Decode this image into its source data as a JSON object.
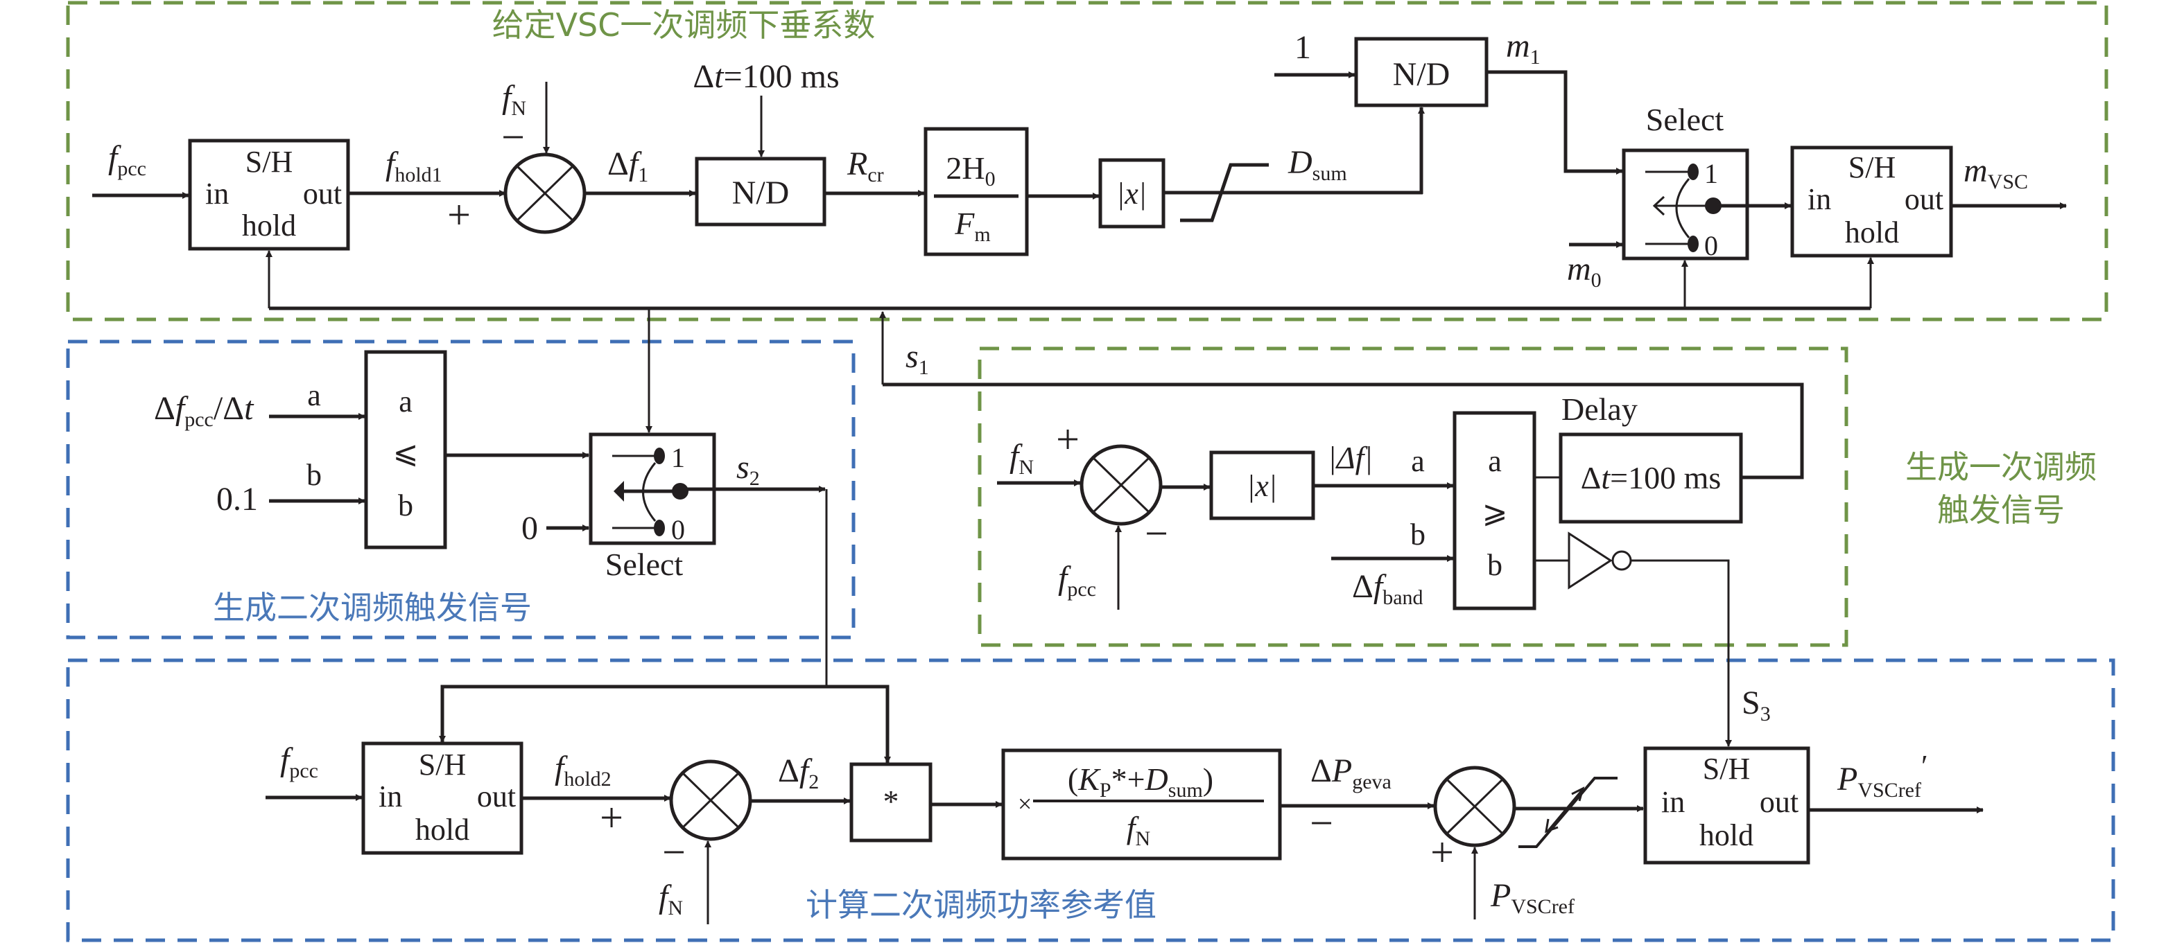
{
  "colors": {
    "primary_region": "#6f9447",
    "secondary_region": "#3f6fb5",
    "ink": "#231f20"
  },
  "regions": {
    "primary_droop": {
      "title": "给定VSC一次调频下垂系数"
    },
    "secondary_trigger": {
      "title": "生成二次调频触发信号"
    },
    "primary_trigger": {
      "title_line1": "生成一次调频",
      "title_line2": "触发信号"
    },
    "secondary_power": {
      "title": "计算二次调频功率参考值"
    }
  },
  "blocks": {
    "sh": {
      "line1": "S/H",
      "in": "in",
      "out": "out",
      "hold": "hold"
    },
    "nd": "N/D",
    "inertia": {
      "num_main": "2H",
      "num_sub": "0",
      "den_main": "F",
      "den_sub": "m"
    },
    "abs": "|x|",
    "select": {
      "label": "Select",
      "one": "1",
      "zero": "0"
    },
    "compare_le": {
      "a": "a",
      "op": "⩽",
      "b": "b"
    },
    "compare_ge": {
      "a": "a",
      "op": "⩾",
      "b": "b"
    },
    "delay": {
      "label": "Delay",
      "value_prefix": "Δ",
      "value_var": "t",
      "value_rest": "=100 ms"
    },
    "multiply": "*",
    "gain": {
      "times": "×",
      "num_open": "(",
      "kp": "K",
      "kp_sub": "P",
      "mid": "*+",
      "d": "D",
      "d_sub": "sum",
      "num_close": ")",
      "den": "f",
      "den_sub": "N"
    }
  },
  "signals": {
    "f_pcc": {
      "main": "f",
      "sub": "pcc"
    },
    "f_hold1": {
      "main": "f",
      "sub": "hold1"
    },
    "f_hold2": {
      "main": "f",
      "sub": "hold2"
    },
    "f_N": {
      "main": "f",
      "sub": "N"
    },
    "delta_f1": {
      "delta": "Δ",
      "main": "f",
      "sub": "1"
    },
    "delta_f2": {
      "delta": "Δ",
      "main": "f",
      "sub": "2"
    },
    "delta_t_top": {
      "delta": "Δ",
      "var": "t",
      "rest": "=100 ms"
    },
    "R_cr": {
      "main": "R",
      "sub": "cr"
    },
    "D_sum": {
      "main": "D",
      "sub": "sum"
    },
    "one": "1",
    "m1": {
      "main": "m",
      "sub": "1"
    },
    "m0": {
      "main": "m",
      "sub": "0"
    },
    "m_vsc": {
      "main": "m",
      "sub": "VSC"
    },
    "s1": {
      "main": "s",
      "sub": "1"
    },
    "s2": {
      "main": "s",
      "sub": "2"
    },
    "S3": {
      "main": "S",
      "sub": "3"
    },
    "df_pcc_dt": {
      "delta": "Δ",
      "main": "f",
      "sub": "pcc",
      "rest": "/Δ",
      "var": "t"
    },
    "a": "a",
    "b": "b",
    "point_one": "0.1",
    "zero": "0",
    "abs_delta_f": "|Δf|",
    "delta_f_band": {
      "delta": "Δ",
      "main": "f",
      "sub": "band"
    },
    "delta_P_geva": {
      "delta": "Δ",
      "main": "P",
      "sub": "geva"
    },
    "P_vscref": {
      "main": "P",
      "sub": "VSCref"
    },
    "P_vscref_prime": {
      "main": "P",
      "sub": "VSCref",
      "prime": "′"
    },
    "plus": "+",
    "minus": "−"
  }
}
